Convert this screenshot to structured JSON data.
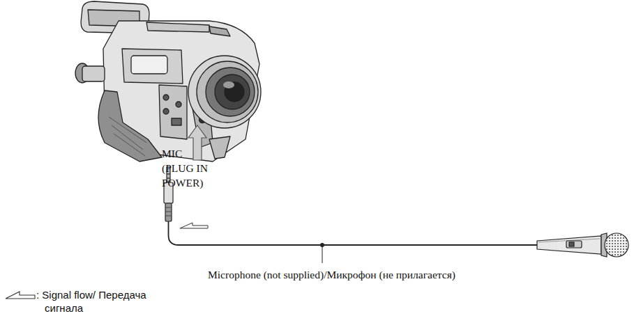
{
  "diagram": {
    "labels": [
      "MIC (PLUG IN POWER)",
      "Microphone (not supplied)/Микрофон (не прилагается)"
    ],
    "legend": [
      {
        "text": ": Signal flow/ Передача сигнала"
      }
    ]
  }
}
